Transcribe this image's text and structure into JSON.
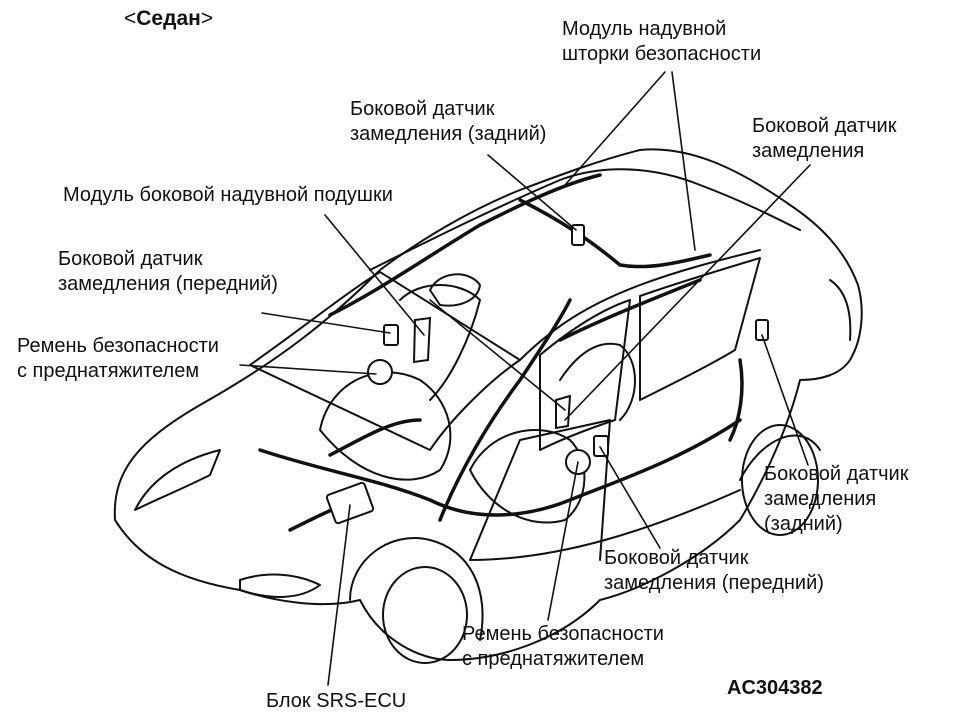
{
  "diagram": {
    "variant": "Седан",
    "figure_code": "AC304382",
    "labels": {
      "curtain_module": [
        "Модуль надувной",
        "шторки безопасности"
      ],
      "side_sensor_rear_top": [
        "Боковой датчик",
        "замедления (задний)"
      ],
      "side_sensor_right": [
        "Боковой датчик",
        "замедления"
      ],
      "side_airbag_module": [
        "Модуль боковой надувной подушки"
      ],
      "side_sensor_front_left": [
        "Боковой датчик",
        "замедления (передний)"
      ],
      "pretensioner_left": [
        "Ремень безопасности",
        "с преднатяжителем"
      ],
      "side_sensor_rear_right": [
        "Боковой датчик",
        "замедления",
        "(задний)"
      ],
      "side_sensor_front_right": [
        "Боковой датчик",
        "замедления (передний)"
      ],
      "pretensioner_bottom": [
        "Ремень безопасности",
        "с преднатяжителем"
      ],
      "srs_ecu": [
        "Блок SRS-ECU"
      ]
    }
  }
}
